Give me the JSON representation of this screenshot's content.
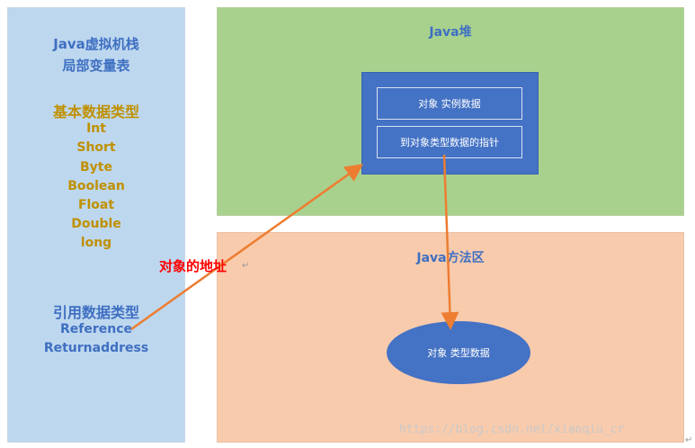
{
  "stack": {
    "title_line1": "Java虚拟机栈",
    "title_line2": "局部变量表",
    "basic_types_title": "基本数据类型",
    "basic_types": [
      "Int",
      "Short",
      "Byte",
      "Boolean",
      "Float",
      "Double",
      "long"
    ],
    "ref_types_title": "引用数据类型",
    "ref_types": [
      "Reference",
      "Returnaddress"
    ]
  },
  "heap": {
    "title": "Java堆",
    "instance_data": "对象 实例数据",
    "type_pointer": "到对象类型数据的指针"
  },
  "method_area": {
    "title": "Java方法区",
    "type_data": "对象 类型数据"
  },
  "arrow_label": "对象的地址",
  "watermark": "https://blog.csdn.net/xiaoqiu_cr",
  "colors": {
    "stack_bg": "#bdd7ee",
    "heap_bg": "#a9d18e",
    "method_bg": "#f8cbad",
    "object_blue": "#4472c4",
    "arrow_orange": "#ed7d31",
    "label_blue": "#3f6fc2",
    "label_gold": "#c09000",
    "label_red": "#ff0000"
  }
}
